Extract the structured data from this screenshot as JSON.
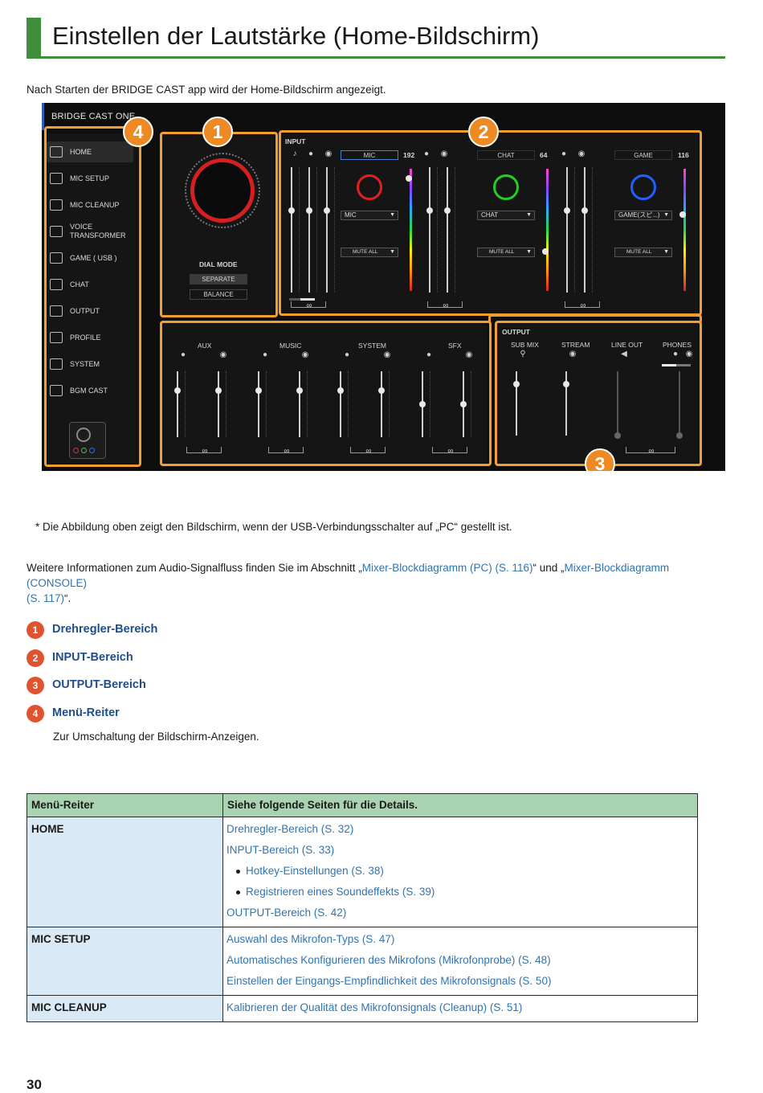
{
  "page": {
    "title": "Einstellen der Lautstärke (Home-Bildschirm)",
    "intro": "Nach Starten der BRIDGE CAST app wird der Home-Bildschirm angezeigt.",
    "note": "*  Die Abbildung oben zeigt den Bildschirm, wenn der USB-Verbindungsschalter auf „PC“ gestellt ist.",
    "more_prefix": "Weitere Informationen zum Audio-Signalfluss finden Sie im Abschnitt „",
    "more_link1": "Mixer-Blockdiagramm (PC) (S. 116)",
    "more_mid": "“ und „",
    "more_link2a": "Mixer-Blockdiagramm (CONSOLE)",
    "more_link2b": "(S. 117)",
    "more_suffix": "“.",
    "page_number": "30"
  },
  "screenshot": {
    "app_title": "BRIDGE CAST ONE",
    "badges": [
      "1",
      "2",
      "3",
      "4"
    ],
    "accent": "#f0a030",
    "menu": [
      {
        "label": "HOME",
        "icon": "keyboard-icon"
      },
      {
        "label": "MIC SETUP",
        "icon": "mic-setup-icon"
      },
      {
        "label": "MIC CLEANUP",
        "icon": "mic-cleanup-icon"
      },
      {
        "label": "VOICE",
        "label2": "TRANSFORMER",
        "icon": "voice-transformer-icon"
      },
      {
        "label": "GAME ( USB )",
        "icon": "gamepad-icon"
      },
      {
        "label": "CHAT",
        "icon": "chat-icon"
      },
      {
        "label": "OUTPUT",
        "icon": "speaker-icon"
      },
      {
        "label": "PROFILE",
        "icon": "profile-icon"
      },
      {
        "label": "SYSTEM",
        "icon": "wrench-icon"
      },
      {
        "label": "BGM CAST",
        "icon": "music-note-icon"
      }
    ],
    "dial": {
      "mode_label": "DIAL MODE",
      "separate": "SEPARATE",
      "balance": "BALANCE"
    },
    "input": {
      "label": "INPUT",
      "channels": [
        {
          "name": "MIC",
          "value": "192",
          "select": "MIC",
          "mute": "MUTE ALL",
          "ring_color": "#e02020",
          "level": 0.95
        },
        {
          "name": "CHAT",
          "value": "64",
          "select": "CHAT",
          "mute": "MUTE ALL",
          "ring_color": "#20d020",
          "level": 0.35
        },
        {
          "name": "GAME",
          "value": "116",
          "select": "GAME(スピ...)",
          "mute": "MUTE ALL",
          "ring_color": "#2060ff",
          "level": 0.65
        }
      ]
    },
    "buses": [
      "AUX",
      "MUSIC",
      "SYSTEM",
      "SFX"
    ],
    "output": {
      "label": "OUTPUT",
      "channels": [
        "SUB MIX",
        "STREAM",
        "LINE OUT",
        "PHONES"
      ]
    }
  },
  "sections": [
    {
      "num": "1",
      "title": "Drehregler-Bereich"
    },
    {
      "num": "2",
      "title": "INPUT-Bereich"
    },
    {
      "num": "3",
      "title": "OUTPUT-Bereich"
    },
    {
      "num": "4",
      "title": "Menü-Reiter",
      "desc": "Zur Umschaltung der Bildschirm-Anzeigen."
    }
  ],
  "table": {
    "headers": [
      "Menü-Reiter",
      "Siehe folgende Seiten für die Details."
    ],
    "rows": [
      {
        "key": "HOME",
        "items": [
          {
            "text": "Drehregler-Bereich (S. 32)",
            "bullet": false
          },
          {
            "text": "INPUT-Bereich (S. 33)",
            "bullet": false
          },
          {
            "text": "Hotkey-Einstellungen (S. 38)",
            "bullet": true
          },
          {
            "text": "Registrieren eines Soundeffekts (S. 39)",
            "bullet": true
          },
          {
            "text": "OUTPUT-Bereich (S. 42)",
            "bullet": false
          }
        ]
      },
      {
        "key": "MIC SETUP",
        "items": [
          {
            "text": "Auswahl des Mikrofon-Typs (S. 47)",
            "bullet": false
          },
          {
            "text": "Automatisches Konfigurieren des Mikrofons (Mikrofonprobe) (S. 48)",
            "bullet": false
          },
          {
            "text": "Einstellen der Eingangs-Empfindlichkeit des Mikrofonsignals (S. 50)",
            "bullet": false
          }
        ]
      },
      {
        "key": "MIC CLEANUP",
        "items": [
          {
            "text": "Kalibrieren der Qualität des Mikrofonsignals (Cleanup) (S. 51)",
            "bullet": false
          }
        ]
      }
    ]
  }
}
